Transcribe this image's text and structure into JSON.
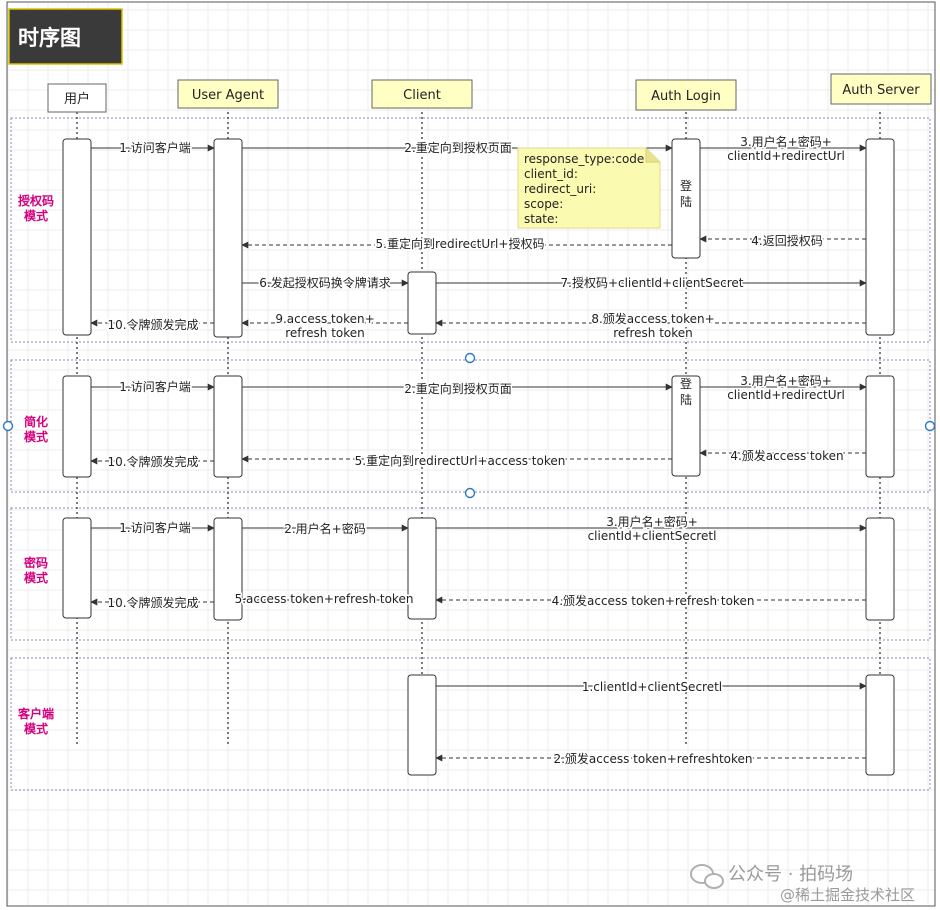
{
  "title": "时序图",
  "participants": [
    {
      "key": "user",
      "label": "用户"
    },
    {
      "key": "agent",
      "label": "User Agent"
    },
    {
      "key": "client",
      "label": "Client"
    },
    {
      "key": "login",
      "label": "Auth Login"
    },
    {
      "key": "server",
      "label": "Auth Server"
    }
  ],
  "login_box_label": [
    "登",
    "陆"
  ],
  "note": [
    "response_type:code",
    "client_id:",
    "redirect_uri:",
    "scope:",
    "state:"
  ],
  "sections": [
    {
      "label": [
        "授权码",
        "模式"
      ]
    },
    {
      "label": [
        "简化",
        "模式"
      ]
    },
    {
      "label": [
        "密码",
        "模式"
      ]
    },
    {
      "label": [
        "客户端",
        "模式"
      ]
    }
  ],
  "messages": [
    {
      "lines": [
        "1.访问客户端"
      ]
    },
    {
      "lines": [
        "2.重定向到授权页面"
      ]
    },
    {
      "lines": [
        "3.用户名+密码+",
        "clientId+redirectUrl"
      ]
    },
    {
      "lines": [
        "4.返回授权码"
      ]
    },
    {
      "lines": [
        "5.重定向到redirectUrl+授权码"
      ]
    },
    {
      "lines": [
        "6.发起授权码换令牌请求"
      ]
    },
    {
      "lines": [
        "7.授权码+clientId+clientSecret"
      ]
    },
    {
      "lines": [
        "8.颁发access token+",
        "refresh token"
      ]
    },
    {
      "lines": [
        "9.access token+",
        "refresh token"
      ]
    },
    {
      "lines": [
        "10.令牌颁发完成"
      ]
    },
    {
      "lines": [
        "1.访问客户端"
      ]
    },
    {
      "lines": [
        "2.重定向到授权页面"
      ]
    },
    {
      "lines": [
        "3.用户名+密码+",
        "clientId+redirectUrl"
      ]
    },
    {
      "lines": [
        "4.颁发access token"
      ]
    },
    {
      "lines": [
        "5.重定向到redirectUrl+access token"
      ]
    },
    {
      "lines": [
        "10.令牌颁发完成"
      ]
    },
    {
      "lines": [
        "1.访问客户端"
      ]
    },
    {
      "lines": [
        "2.用户名+密码"
      ]
    },
    {
      "lines": [
        "3.用户名+密码+",
        "clientId+clientSecretl"
      ]
    },
    {
      "lines": [
        "4.颁发access token+refresh token"
      ]
    },
    {
      "lines": [
        "5.access token+refresh token"
      ]
    },
    {
      "lines": [
        "10.令牌颁发完成"
      ]
    },
    {
      "lines": [
        "1.clientId+clientSecretl"
      ]
    },
    {
      "lines": [
        "2.颁发access token+refreshtoken"
      ]
    }
  ],
  "watermark": [
    "公众号 · 拍码场",
    "@稀土掘金技术社区"
  ],
  "colors": {
    "header_fill": "#ffffc4",
    "note_fill": "#fafab0",
    "section_label": "#d6007e",
    "title_bg": "#3a3a3a",
    "title_border": "#d8c200",
    "frame_border": "#8888bb",
    "handle": "#2e76c8"
  }
}
